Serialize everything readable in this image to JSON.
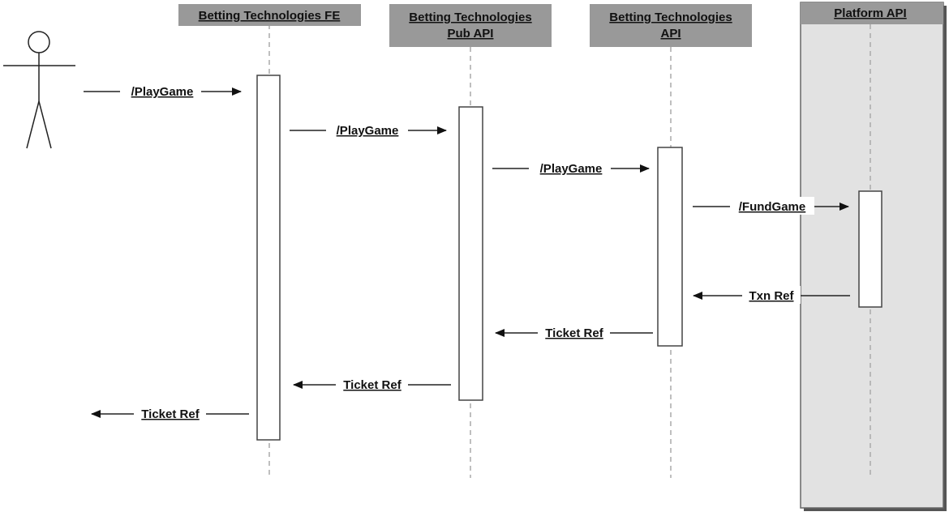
{
  "participants": {
    "fe": "Betting Technologies FE",
    "pub_api_line1": "Betting Technologies",
    "pub_api_line2": "Pub API",
    "api_line1": "Betting Technologies",
    "api_line2": "API",
    "platform": "Platform API"
  },
  "messages": {
    "m1": "/PlayGame",
    "m2": "/PlayGame",
    "m3": "/PlayGame",
    "m4": "/FundGame",
    "r1": "Txn Ref",
    "r2": "Ticket Ref",
    "r3": "Ticket Ref",
    "r4": "Ticket Ref"
  },
  "colors": {
    "header_fill": "#999999",
    "platform_region": "#e2e2e2",
    "line": "#222222"
  }
}
